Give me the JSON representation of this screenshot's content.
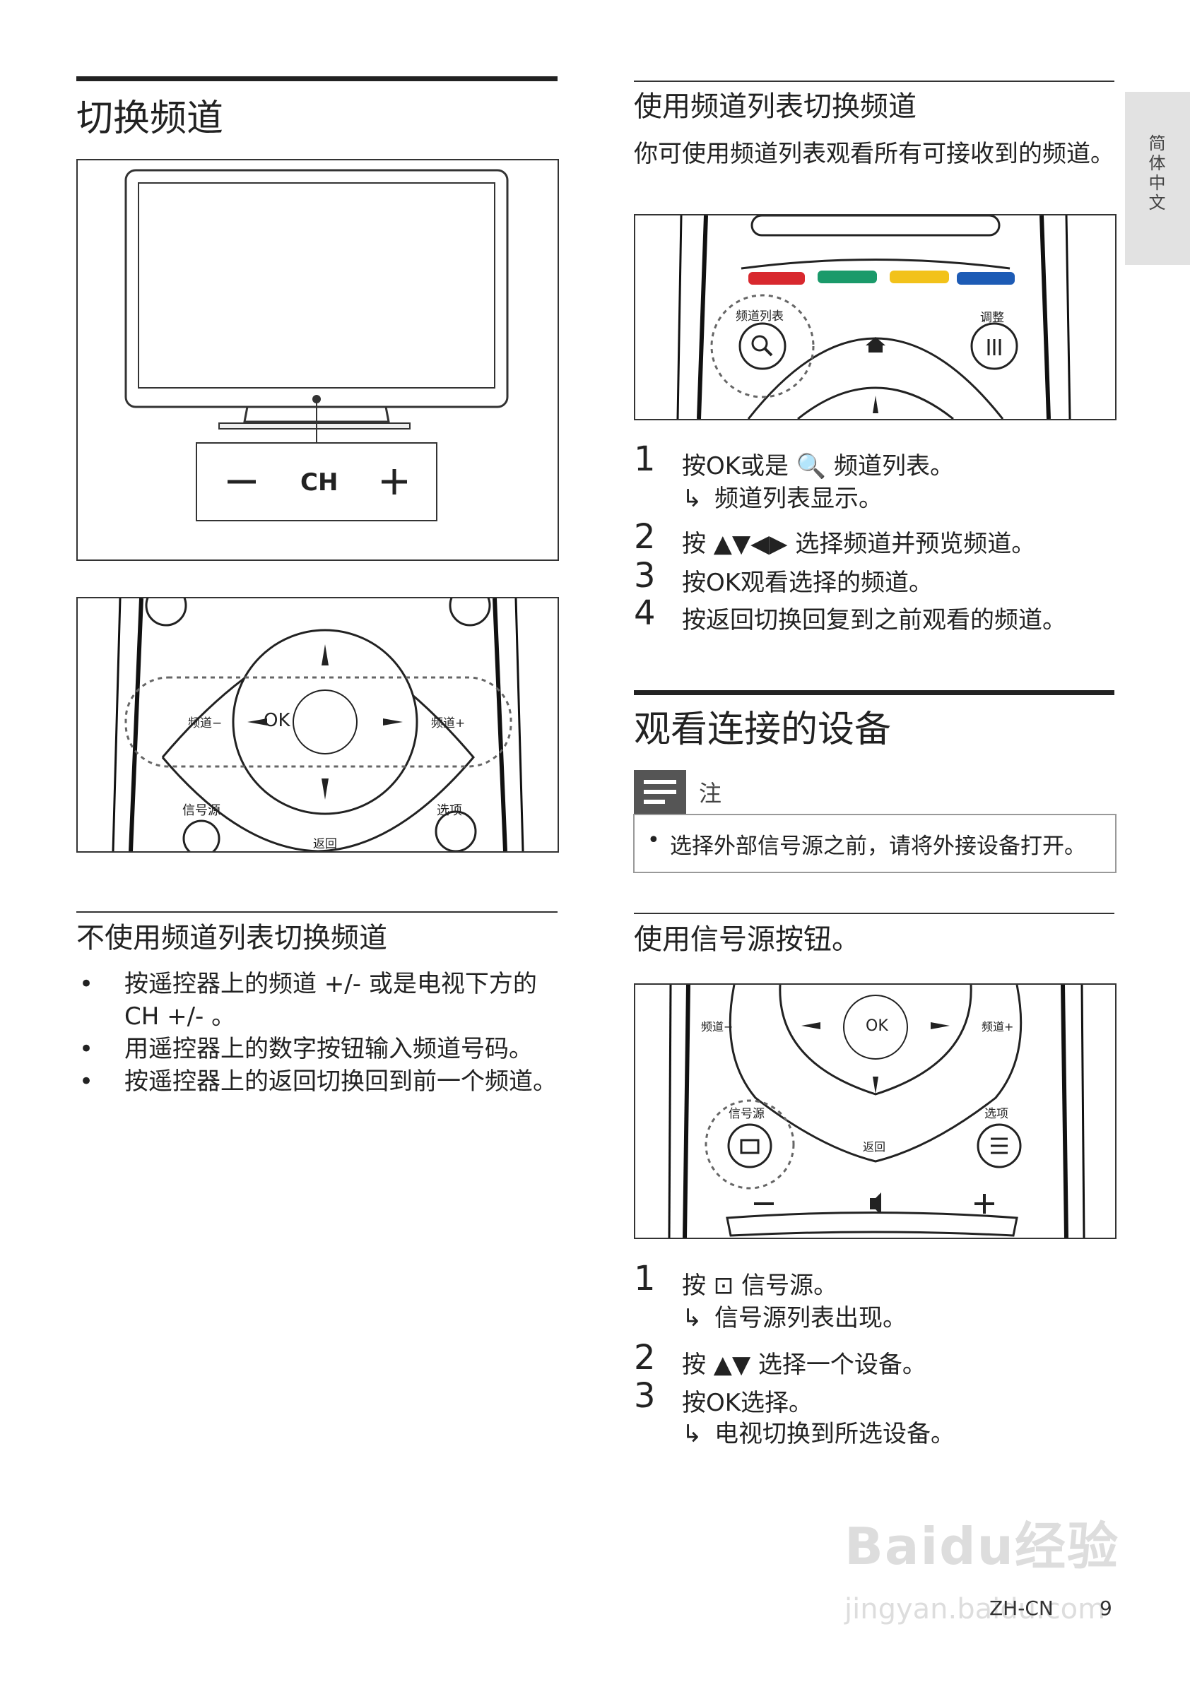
{
  "left": {
    "h1": "切换频道",
    "tv_label": "CH",
    "remote1": {
      "ch_minus": "频道−",
      "ch_plus": "频道+",
      "ok": "OK",
      "source": "信号源",
      "options": "选项",
      "back": "返回"
    },
    "h2": "不使用频道列表切换频道",
    "bullets": [
      "按遥控器上的频道 +/- 或是电视下方的 CH +/- 。",
      "用遥控器上的数字按钮输入频道号码。",
      "按遥控器上的返回切换回到前一个频道。"
    ]
  },
  "right": {
    "h2a": "使用频道列表切换频道",
    "intro": "你可使用频道列表观看所有可接收到的频道。",
    "remote2": {
      "list": "频道列表",
      "adjust": "调整"
    },
    "steps1": [
      {
        "n": "1",
        "text": "按OK或是 🔍 频道列表。",
        "result": "频道列表显示。"
      },
      {
        "n": "2",
        "text": "按 ▲▼◀▶ 选择频道并预览频道。"
      },
      {
        "n": "3",
        "text": "按OK观看选择的频道。"
      },
      {
        "n": "4",
        "text": "按返回切换回复到之前观看的频道。"
      }
    ],
    "h1b": "观看连接的设备",
    "note_label": "注",
    "note_text": "选择外部信号源之前，请将外接设备打开。",
    "h2b": "使用信号源按钮。",
    "remote3": {
      "ch_minus": "频道−",
      "ch_plus": "频道+",
      "ok": "OK",
      "source": "信号源",
      "options": "选项",
      "back": "返回"
    },
    "steps2": [
      {
        "n": "1",
        "text": "按 ⊡ 信号源。",
        "result": "信号源列表出现。"
      },
      {
        "n": "2",
        "text": "按 ▲▼ 选择一个设备。"
      },
      {
        "n": "3",
        "text": "按OK选择。",
        "result": "电视切换到所选设备。"
      }
    ]
  },
  "side_tab": "简体中文",
  "footer": {
    "lang": "ZH-CN",
    "page": "9"
  },
  "watermark": {
    "brand": "Baidu经验",
    "url": "jingyan.baidu.com"
  }
}
